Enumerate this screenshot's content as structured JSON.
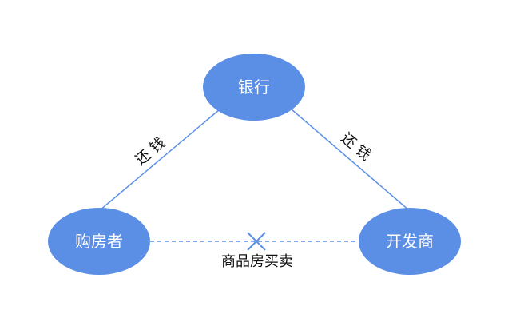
{
  "colors": {
    "node_fill": "#5B8FE5",
    "edge_line": "#5B8FE5",
    "text_dark": "#111111",
    "text_light": "#ffffff"
  },
  "nodes": {
    "bank": "银行",
    "buyer": "购房者",
    "developer": "开发商"
  },
  "edges": {
    "buyer_to_bank": "还 钱",
    "developer_to_bank": "还 钱",
    "buyer_developer": "商品房买卖"
  },
  "icons": {
    "blocked_marker": "x-mark-icon"
  }
}
